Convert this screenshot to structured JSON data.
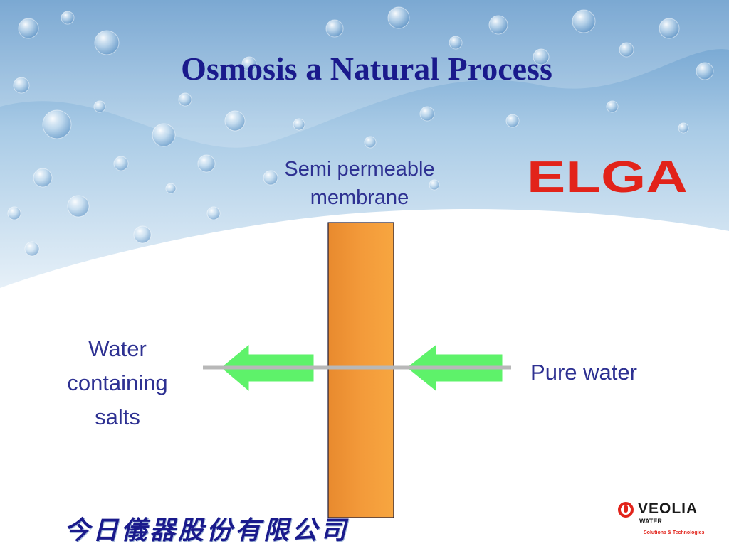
{
  "slide": {
    "title": "Osmosis a Natural Process",
    "membrane_label_line1": "Semi permeable",
    "membrane_label_line2": "membrane",
    "left_label_line1": "Water",
    "left_label_line2": "containing",
    "left_label_line3": "salts",
    "right_label": "Pure water",
    "company_name": "今日儀器股份有限公司"
  },
  "logos": {
    "elga": "ELGA",
    "veolia_name": "VEOLIA",
    "veolia_sub": "WATER",
    "veolia_tagline": "Solutions & Technologies"
  },
  "colors": {
    "title": "#1a1a8c",
    "label_text": "#2e3192",
    "membrane_fill": "#f39a3a",
    "arrow_fill": "#5ef26a",
    "elga_red": "#e2231a"
  },
  "icons": {
    "left_arrow": "arrow-left-icon",
    "right_arrow": "arrow-left-icon"
  }
}
